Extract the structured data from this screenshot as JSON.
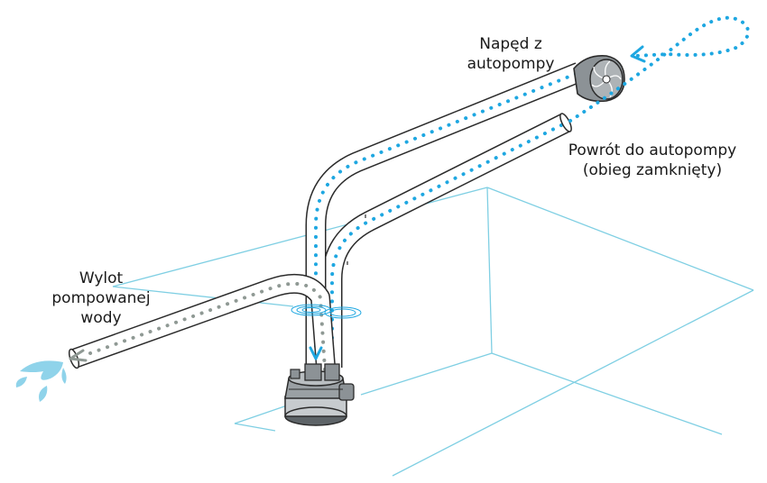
{
  "labels": {
    "drive": [
      "Napęd z",
      "autopompy"
    ],
    "return": [
      "Powrót do autopompy",
      "(obieg zamknięty)"
    ],
    "outlet": [
      "Wylot",
      "pompowanej",
      "wody"
    ]
  },
  "colors": {
    "blue_flow": "#1ea7e1",
    "grey_flow": "#8f9994",
    "tank_line": "#7fcfe3",
    "pipe_outline": "#2b2b2b",
    "pipe_fill": "#ffffff",
    "pump_body": "#9aa0a4",
    "water_splash": "#8fd3ea"
  },
  "icons": {
    "water_splash": "water-splash-icon",
    "turbine": "turbine-icon",
    "flow_arrow": "flow-arrow-icon",
    "pump": "submersible-pump-icon"
  }
}
